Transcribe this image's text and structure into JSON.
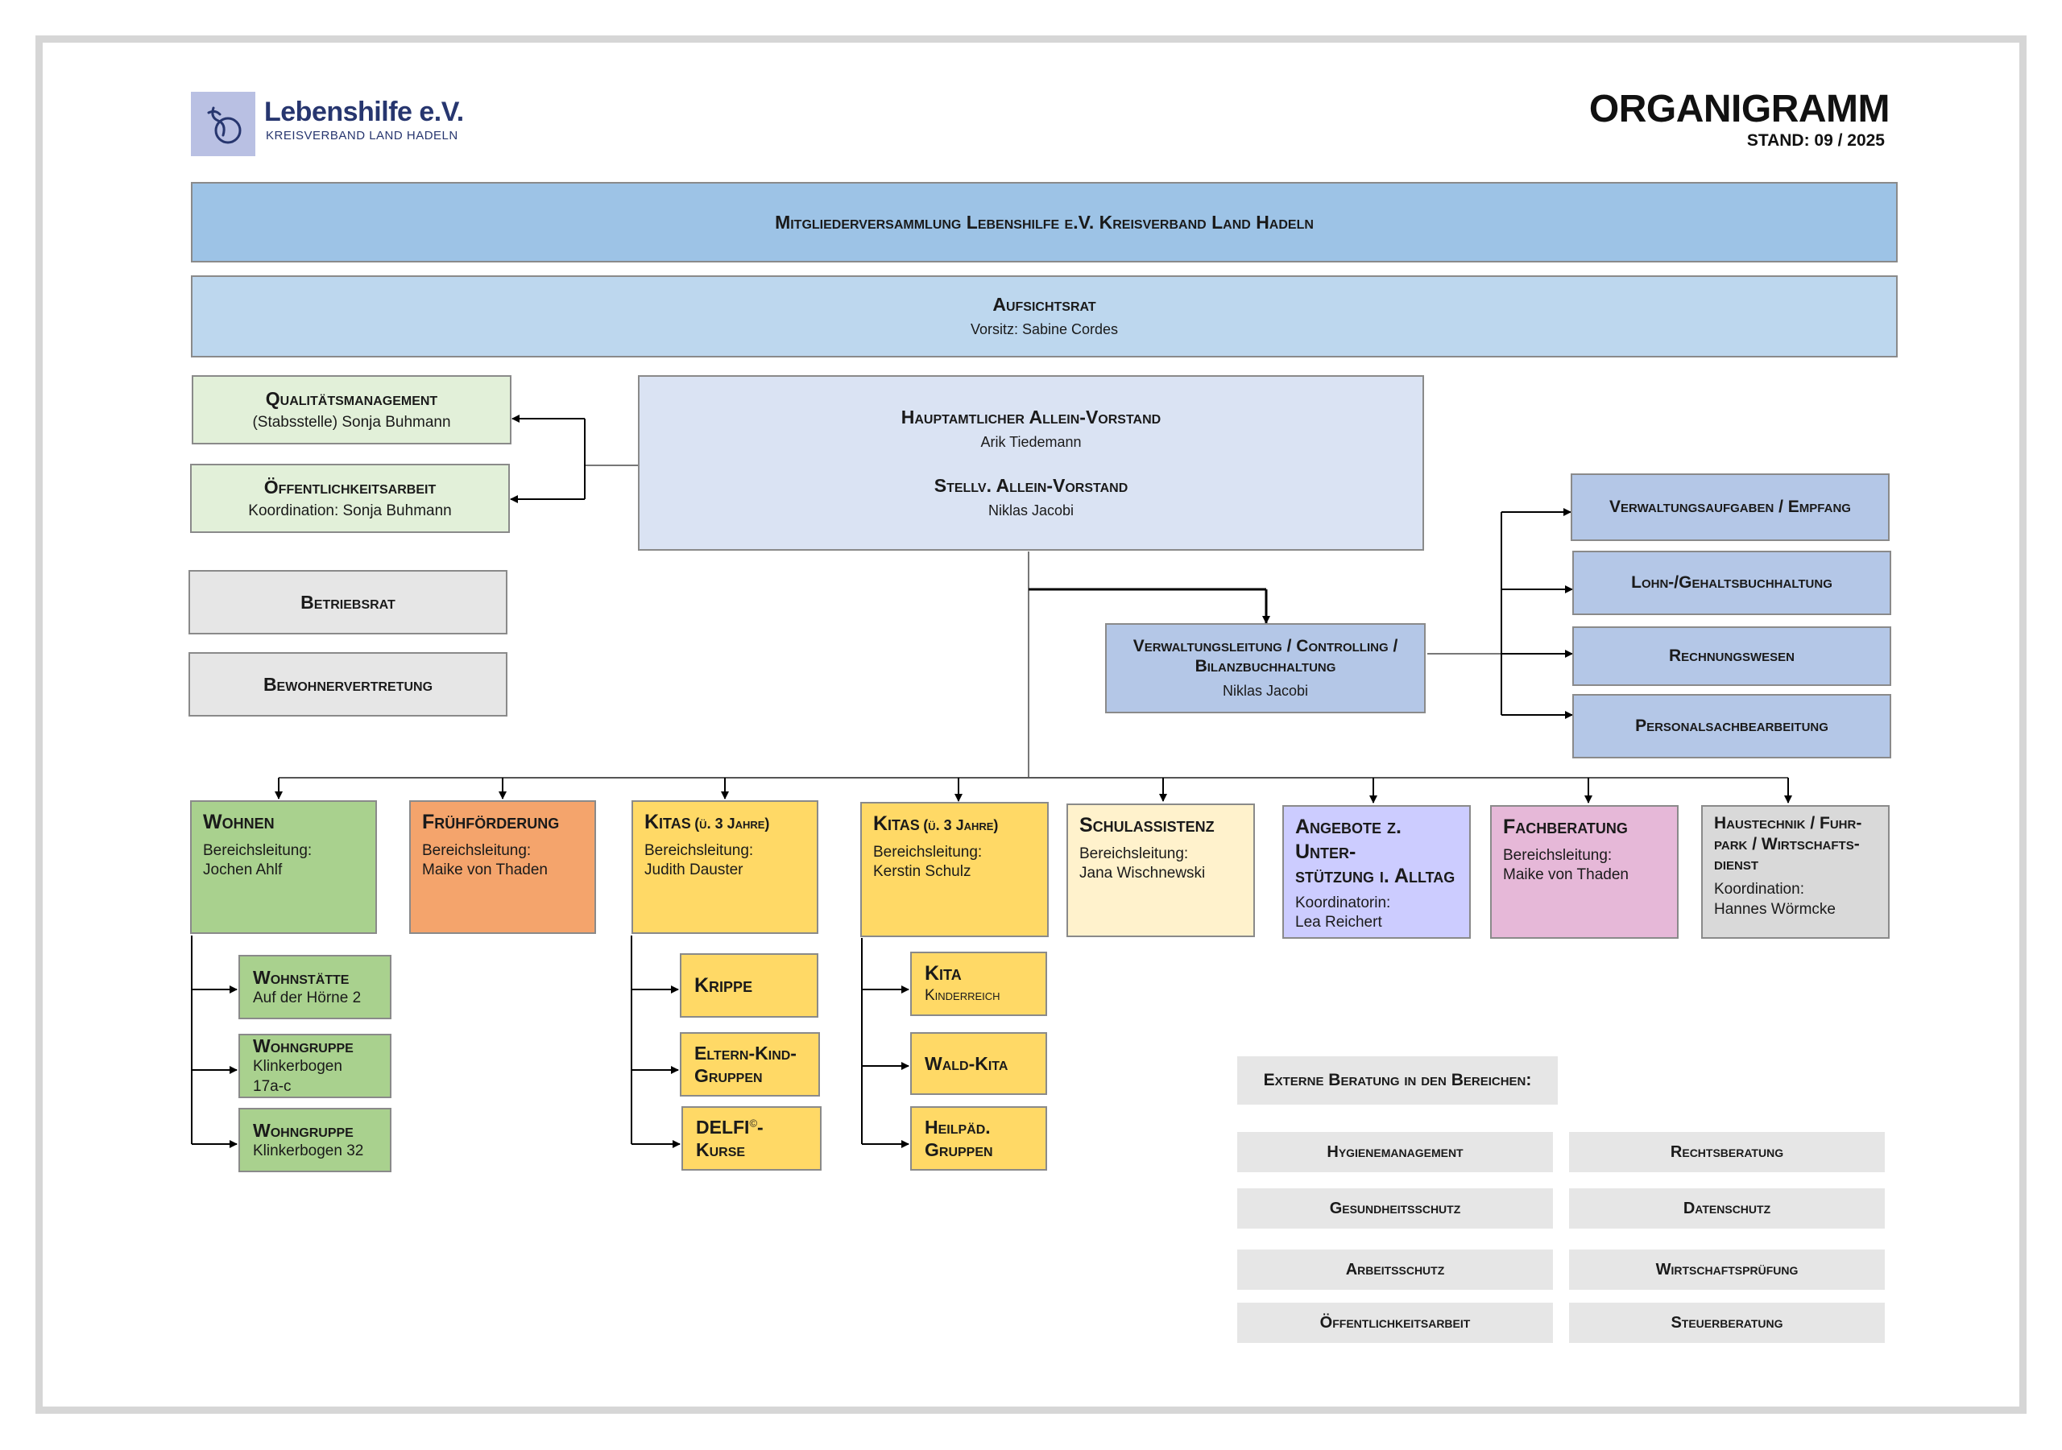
{
  "header": {
    "logo_name": "Lebenshilfe e.V.",
    "logo_sub": "KREISVERBAND LAND HADELN",
    "title": "ORGANIGRAMM",
    "stand": "STAND: 09 / 2025"
  },
  "top": {
    "mitglieder": "Mitgliederversammlung Lebenshilfe e.V. Kreisverband Land Hadeln",
    "aufsichtsrat_title": "Aufsichtsrat",
    "aufsichtsrat_sub": "Vorsitz: Sabine Cordes"
  },
  "vorstand": {
    "title1": "Hauptamtlicher Allein-Vorstand",
    "name1": "Arik Tiedemann",
    "title2": "Stellv. Allein-Vorstand",
    "name2": "Niklas Jacobi"
  },
  "staff": {
    "qm_title": "Qualitätsmanagement",
    "qm_sub": "(Stabsstelle) Sonja Buhmann",
    "oe_title": "Öffentlichkeitsarbeit",
    "oe_sub": "Koordination: Sonja Buhmann",
    "betriebsrat": "Betriebsrat",
    "bewohner": "Bewohnervertretung"
  },
  "verwaltung": {
    "title": "Verwaltungsleitung / Controlling / Bilanzbuchhaltung",
    "name": "Niklas Jacobi",
    "units": [
      "Verwaltungsaufgaben / Empfang",
      "Lohn-/Gehaltsbuchhaltung",
      "Rechnungswesen",
      "Personalsachbearbeitung"
    ]
  },
  "bereiche": {
    "wohnen": {
      "title": "Wohnen",
      "l1": "Bereichsleitung:",
      "l2": "Jochen Ahlf"
    },
    "fruehfoerderung": {
      "title": "Frühförderung",
      "l1": "Bereichsleitung:",
      "l2": "Maike von Thaden"
    },
    "kitas_ue3": {
      "title": "Kitas",
      "suffix": "(ü. 3 Jahre)",
      "l1": "Bereichsleitung:",
      "l2": "Judith Dauster"
    },
    "kitas_u3": {
      "title": "Kitas",
      "suffix": "(ü. 3 Jahre)",
      "l1": "Bereichsleitung:",
      "l2": "Kerstin Schulz"
    },
    "schulassistenz": {
      "title": "Schulassistenz",
      "l1": "Bereichsleitung:",
      "l2": "Jana Wischnewski"
    },
    "angebote": {
      "title1": "Angebote z. Unter-",
      "title2": "stützung i. Alltag",
      "l1": "Koordinatorin:",
      "l2": "Lea Reichert"
    },
    "fachberatung": {
      "title": "Fachberatung",
      "l1": "Bereichsleitung:",
      "l2": "Maike von Thaden"
    },
    "haustechnik": {
      "title1": "Haustechnik / Fuhr-",
      "title2": "park / Wirtschafts-",
      "title3": "dienst",
      "l1": "Koordination:",
      "l2": "Hannes Wörmcke"
    }
  },
  "wohnen_sub": [
    {
      "title": "Wohnstätte",
      "addr": "Auf der Hörne 2"
    },
    {
      "title": "Wohngruppe",
      "addr": "Klinkerbogen 17a-c"
    },
    {
      "title": "Wohngruppe",
      "addr": "Klinkerbogen 32"
    }
  ],
  "kita_ue3_sub": {
    "krippe": "Krippe",
    "eltern1": "Eltern-Kind-",
    "eltern2": "Gruppen",
    "delfi": "DELFI",
    "delfi_sup": "©",
    "delfi_suffix": "-Kurse"
  },
  "kita_u3_sub": {
    "kita": "Kita",
    "kinderreich": "Kinderreich",
    "wald": "Wald-Kita",
    "heil1": "Heilpäd.",
    "heil2": "Gruppen"
  },
  "extern": {
    "heading": "Externe Beratung in den Bereichen:",
    "items": [
      "Hygienemanagement",
      "Rechtsberatung",
      "Gesundheitsschutz",
      "Datenschutz",
      "Arbeitsschutz",
      "Wirtschaftsprüfung",
      "Öffentlichkeitsarbeit",
      "Steuerberatung"
    ]
  },
  "colors": {
    "mitglieder": "#9dc3e6",
    "aufsichtsrat": "#bdd7ee",
    "vorstand": "#dae3f3",
    "staff_green": "#e2f0d9",
    "gray": "#e6e6e6",
    "verwaltung": "#b4c7e7",
    "wohnen": "#a9d18e",
    "fruehfoerderung": "#f4a46c",
    "kita": "#ffd966",
    "schulassistenz": "#fff2cc",
    "angebote": "#ccccff",
    "fachberatung": "#e6b8d8",
    "haustechnik": "#d9d9d9"
  }
}
